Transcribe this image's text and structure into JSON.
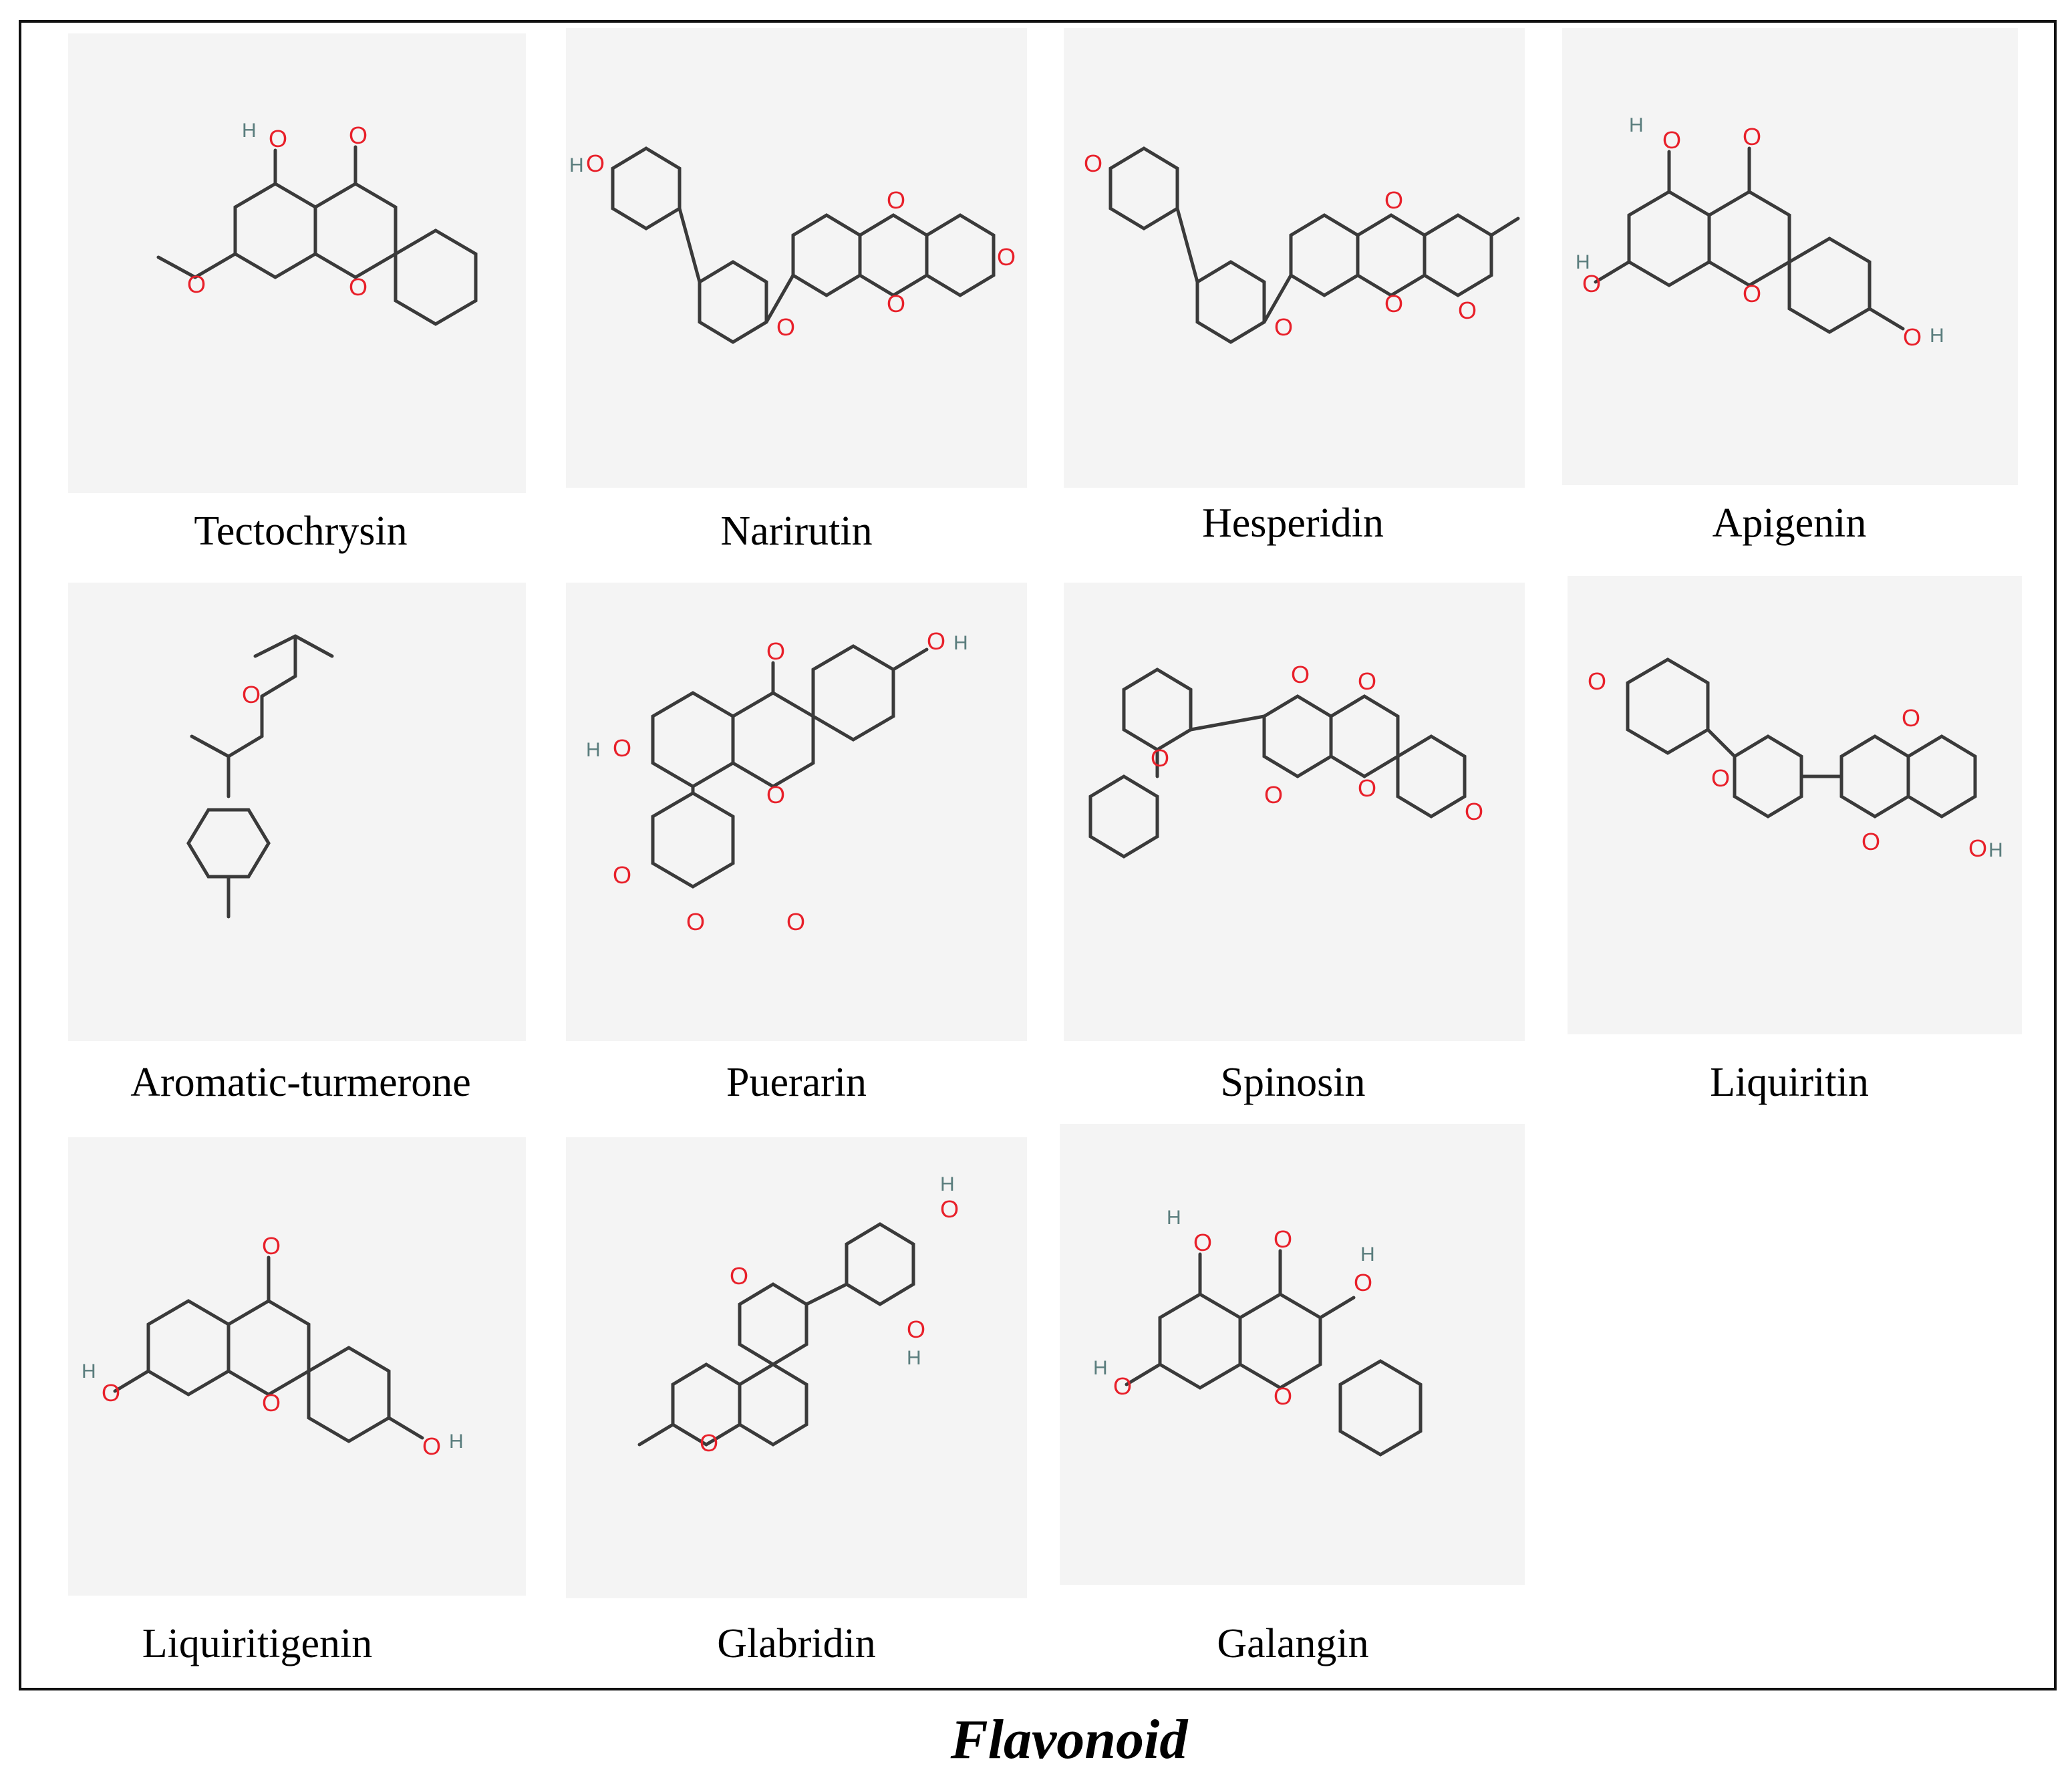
{
  "figure": {
    "caption": "Flavonoid",
    "frame_color": "#111111",
    "tile_color": "#f4f4f4",
    "oxygen_color": "#e8202a",
    "bond_color": "#3a3a3a"
  },
  "compounds": [
    {
      "name": "Tectochrysin",
      "icon": "chemical-structure"
    },
    {
      "name": "Narirutin",
      "icon": "chemical-structure"
    },
    {
      "name": "Hesperidin",
      "icon": "chemical-structure"
    },
    {
      "name": "Apigenin",
      "icon": "chemical-structure"
    },
    {
      "name": "Aromatic-turmerone",
      "icon": "chemical-structure"
    },
    {
      "name": "Puerarin",
      "icon": "chemical-structure"
    },
    {
      "name": "Spinosin",
      "icon": "chemical-structure"
    },
    {
      "name": "Liquiritin",
      "icon": "chemical-structure"
    },
    {
      "name": "Liquiritigenin",
      "icon": "chemical-structure"
    },
    {
      "name": "Glabridin",
      "icon": "chemical-structure"
    },
    {
      "name": "Galangin",
      "icon": "chemical-structure"
    }
  ],
  "atoms": {
    "oxygen": "O",
    "hydrogen": "H"
  }
}
